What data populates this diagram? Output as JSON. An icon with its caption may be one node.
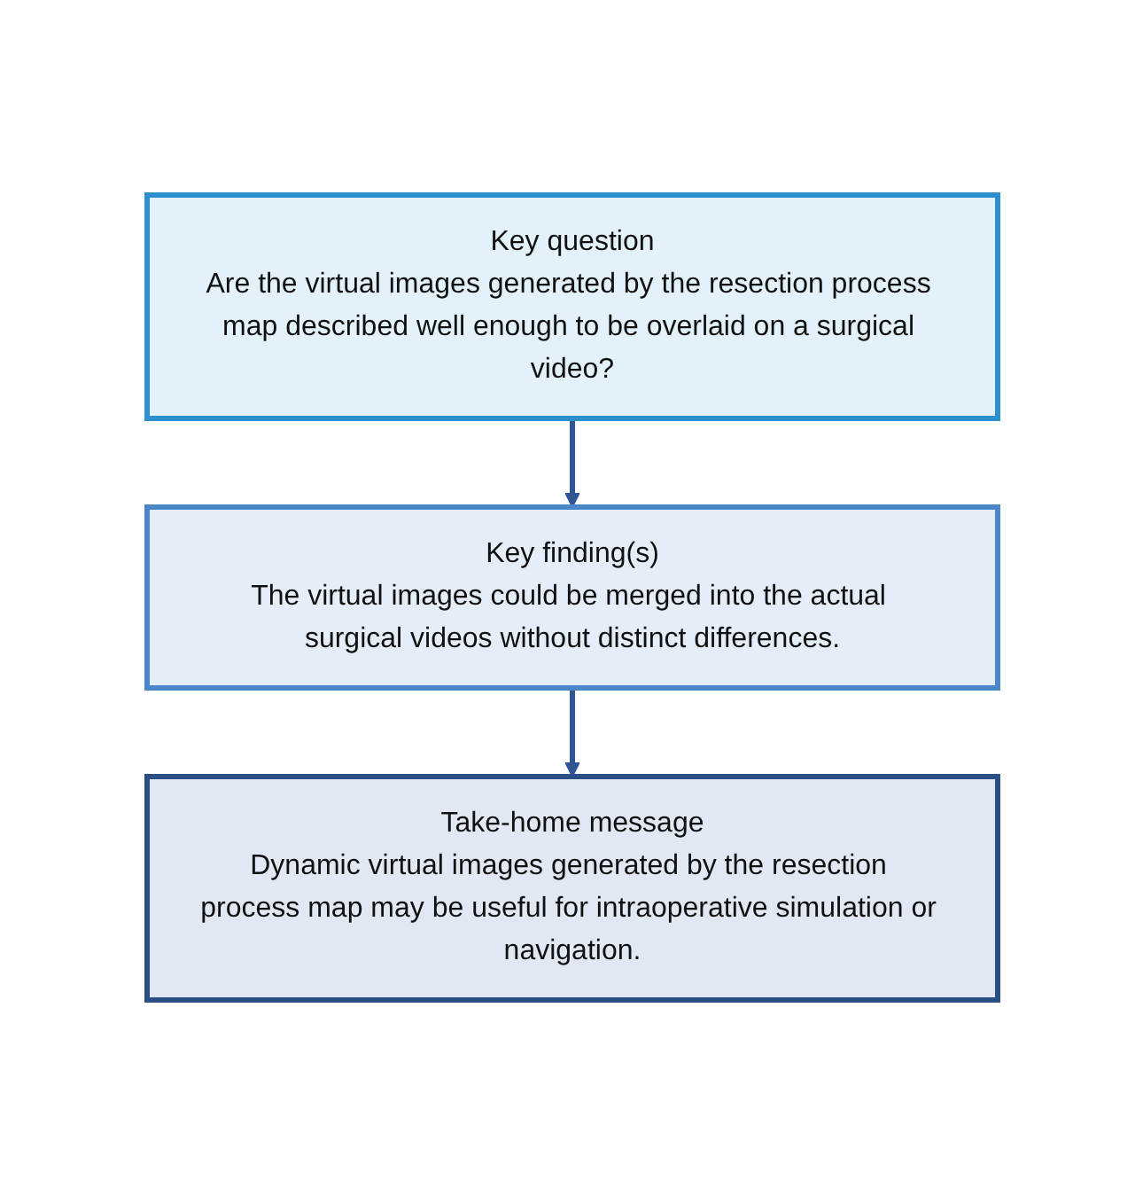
{
  "diagram": {
    "nodes": [
      {
        "text": [
          "Key question",
          "Are the virtual images generated by the resection process map described well enough to be overlaid on a surgical video?"
        ]
      },
      {
        "text": [
          "Key finding(s)",
          "The virtual images could be merged into the actual surgical videos without distinct differences."
        ]
      },
      {
        "text": [
          "Take-home message",
          "Dynamic virtual images generated by the resection process map may be useful for intraoperative simulation or navigation."
        ]
      }
    ],
    "edges": [
      {
        "from": 0,
        "to": 1,
        "arrow": "to"
      },
      {
        "from": 1,
        "to": 2,
        "arrow": "to"
      }
    ]
  }
}
